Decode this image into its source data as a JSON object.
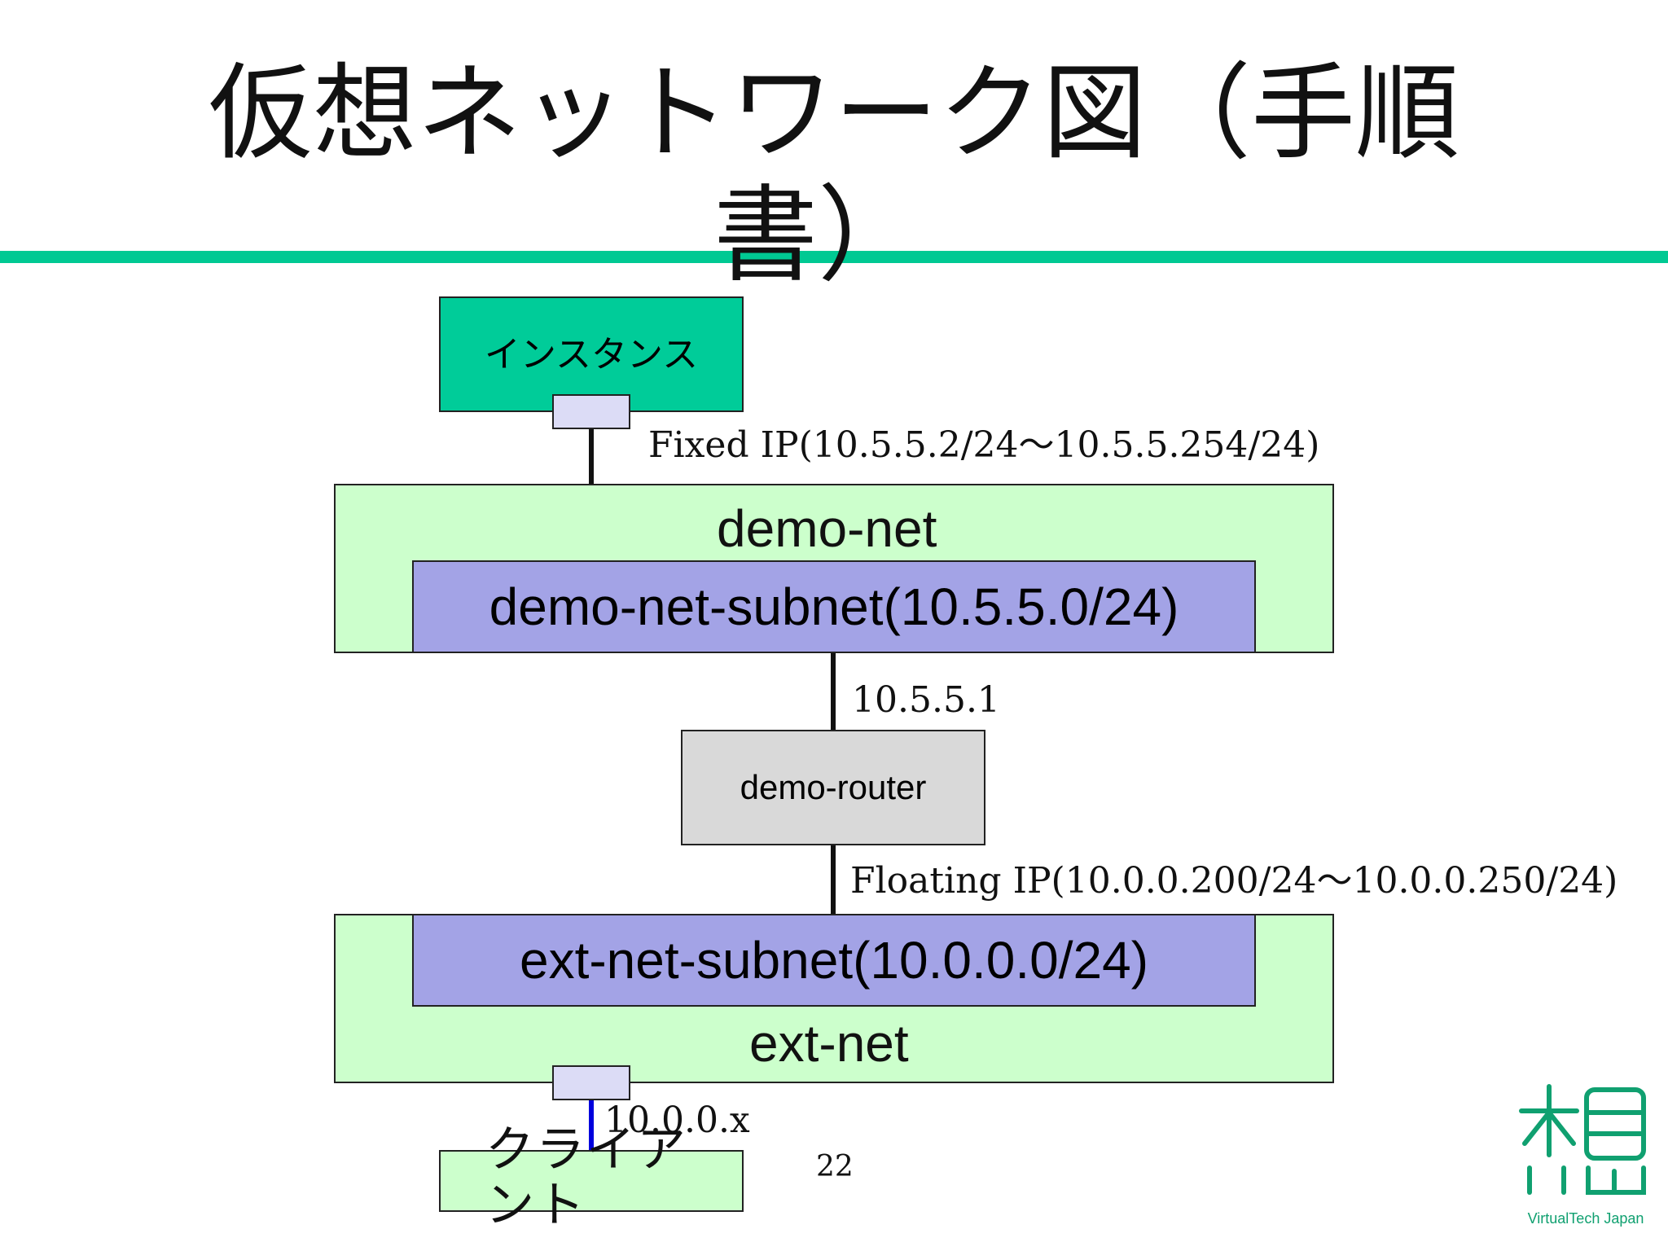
{
  "slide": {
    "title_line1": "仮想ネットワーク図（手順",
    "title_line2": "書）",
    "page_number": "22"
  },
  "diagram": {
    "instance": "インスタンス",
    "fixed_ip": "Fixed IP(10.5.5.2/24〜10.5.5.254/24)",
    "demo_net": "demo-net",
    "demo_net_subnet": "demo-net-subnet(10.5.5.0/24)",
    "router_ip": "10.5.5.1",
    "router": "demo-router",
    "floating_ip": "Floating IP(10.0.0.200/24〜10.0.0.250/24)",
    "ext_net_subnet": "ext-net-subnet(10.0.0.0/24)",
    "ext_net": "ext-net",
    "client_ip": "10.0.0.x",
    "client": "クライアント"
  },
  "colors": {
    "accent_rule": "#00c993",
    "instance": "#00cc99",
    "network": "#ccffcc",
    "subnet": "#a3a3e6",
    "router": "#d9d9d9",
    "client_link": "#0000dd"
  },
  "logo": {
    "text": "VirtualTech Japan"
  }
}
